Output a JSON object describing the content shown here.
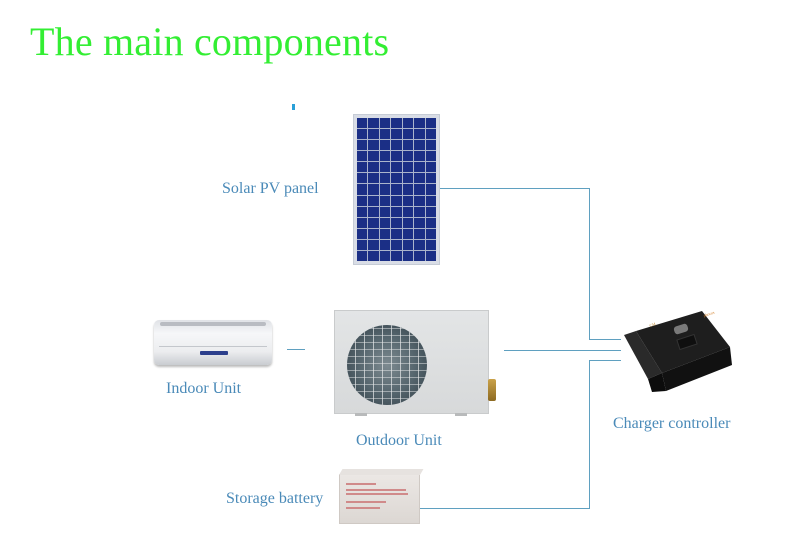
{
  "title": "The main components",
  "components": {
    "solar_panel": {
      "label": "Solar PV panel",
      "cell_columns": 7,
      "cell_rows": 13
    },
    "indoor_unit": {
      "label": "Indoor Unit"
    },
    "outdoor_unit": {
      "label": "Outdoor Unit"
    },
    "charger_controller": {
      "label": "Charger controller"
    },
    "storage_battery": {
      "label": "Storage battery"
    }
  },
  "colors": {
    "title": "#33ee33",
    "label": "#4a8ab8",
    "connector": "#5fa0c0",
    "panel_cell": "#1b2f86"
  }
}
